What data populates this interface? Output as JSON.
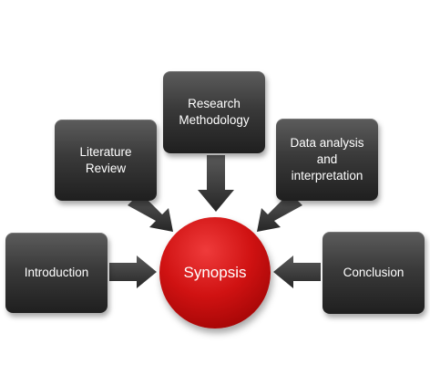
{
  "diagram": {
    "center": "Synopsis",
    "nodes": {
      "introduction": "Introduction",
      "literature_review": [
        "Literature",
        "Review"
      ],
      "research_methodology": [
        "Research",
        "Methodology"
      ],
      "data_analysis": [
        "Data analysis",
        "and",
        "interpretation"
      ],
      "conclusion": "Conclusion"
    }
  },
  "colors": {
    "box_dark": "#2a2a2a",
    "arrow_dark": "#3a3a3a",
    "center_red": "#d01212"
  }
}
